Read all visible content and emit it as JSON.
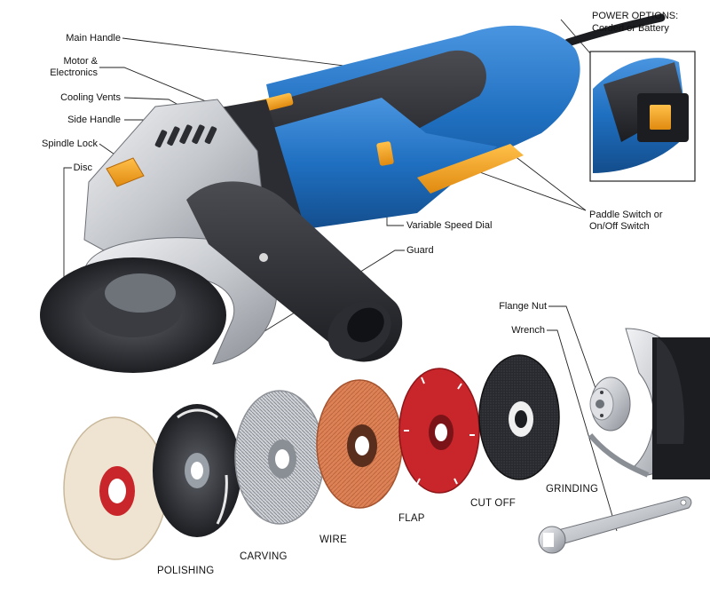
{
  "callouts": {
    "main_handle": "Main Handle",
    "motor_line1": "Motor &",
    "motor_line2": "Electronics",
    "cooling_vents": "Cooling Vents",
    "side_handle": "Side Handle",
    "spindle_lock": "Spindle Lock",
    "disc": "Disc",
    "variable_speed_dial": "Variable Speed Dial",
    "guard": "Guard",
    "paddle_line1": "Paddle Switch or",
    "paddle_line2": "On/Off Switch",
    "flange_nut": "Flange Nut",
    "wrench": "Wrench"
  },
  "inset": {
    "title_line1": "POWER OPTIONS:",
    "title_line2": "Corded or Battery"
  },
  "discs": {
    "polishing": "POLISHING",
    "carving": "CARVING",
    "wire": "WIRE",
    "flap": "FLAP",
    "cut_off": "CUT OFF",
    "grinding": "GRINDING"
  },
  "colors": {
    "body_blue": "#1f6fc0",
    "body_dark": "#2b2d33",
    "housing_gray": "#b9bcc1",
    "accent_orange": "#f2a21c",
    "flap_orange": "#d9784a",
    "cutoff_red": "#c8262b",
    "polish_cream": "#efe4d2"
  }
}
